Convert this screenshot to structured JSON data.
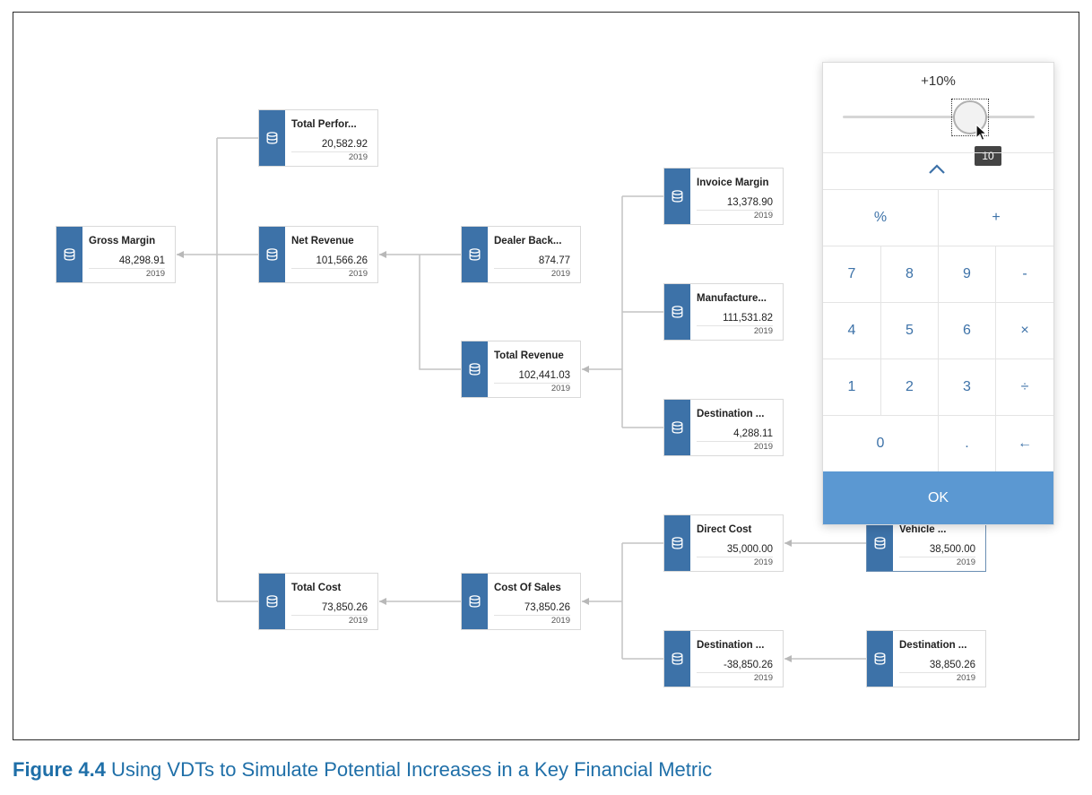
{
  "caption": {
    "label": "Figure 4.4",
    "text": "Using VDTs to Simulate Potential Increases in a Key Financial Metric"
  },
  "nodes": [
    {
      "id": "gross-margin",
      "title": "Gross Margin",
      "value": "48,298.91",
      "year": "2019"
    },
    {
      "id": "total-performance",
      "title": "Total Perfor...",
      "value": "20,582.92",
      "year": "2019"
    },
    {
      "id": "net-revenue",
      "title": "Net Revenue",
      "value": "101,566.26",
      "year": "2019"
    },
    {
      "id": "total-cost",
      "title": "Total Cost",
      "value": "73,850.26",
      "year": "2019"
    },
    {
      "id": "dealer-back",
      "title": "Dealer Back...",
      "value": "874.77",
      "year": "2019"
    },
    {
      "id": "total-revenue",
      "title": "Total Revenue",
      "value": "102,441.03",
      "year": "2019"
    },
    {
      "id": "cost-of-sales",
      "title": "Cost Of Sales",
      "value": "73,850.26",
      "year": "2019"
    },
    {
      "id": "invoice-margin",
      "title": "Invoice Margin",
      "value": "13,378.90",
      "year": "2019"
    },
    {
      "id": "manufacturer",
      "title": "Manufacture...",
      "value": "111,531.82",
      "year": "2019"
    },
    {
      "id": "destination-1",
      "title": "Destination ...",
      "value": "4,288.11",
      "year": "2019"
    },
    {
      "id": "direct-cost",
      "title": "Direct Cost",
      "value": "35,000.00",
      "year": "2019"
    },
    {
      "id": "destination-2",
      "title": "Destination ...",
      "value": "-38,850.26",
      "year": "2019"
    },
    {
      "id": "vehicle",
      "title": "Vehicle ...",
      "value": "38,500.00",
      "year": "2019"
    },
    {
      "id": "destination-3",
      "title": "Destination ...",
      "value": "38,850.26",
      "year": "2019"
    }
  ],
  "calculator": {
    "percent_label": "+10%",
    "slider_tooltip": "10",
    "ok_label": "OK",
    "keys": [
      "%",
      "+",
      "7",
      "8",
      "9",
      "-",
      "4",
      "5",
      "6",
      "×",
      "1",
      "2",
      "3",
      "÷",
      "0",
      ".",
      "←"
    ]
  },
  "colors": {
    "node_accent": "#3d72a8",
    "ok_button": "#5b98d2",
    "key_text": "#3d72a8",
    "caption": "#1f6fa8"
  }
}
